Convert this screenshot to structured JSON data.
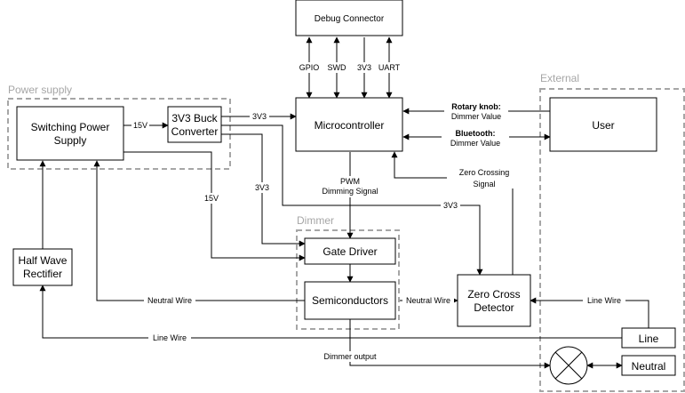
{
  "groups": {
    "power_supply": "Power supply",
    "dimmer": "Dimmer",
    "external": "External"
  },
  "blocks": {
    "debug_connector": "Debug Connector",
    "microcontroller": "Microcontroller",
    "switching_power_supply": [
      "Switching Power",
      "Supply"
    ],
    "buck_converter": [
      "3V3 Buck",
      "Converter"
    ],
    "user": "User",
    "gate_driver": "Gate Driver",
    "semiconductors": "Semiconductors",
    "half_wave_rectifier": [
      "Half Wave",
      "Rectifier"
    ],
    "zero_cross_detector": [
      "Zero Cross",
      "Detector"
    ],
    "line": "Line",
    "neutral": "Neutral"
  },
  "connections": {
    "gpio": "GPIO",
    "swd": "SWD",
    "v3v3_debug": "3V3",
    "uart": "UART",
    "v15_buck": "15V",
    "v3v3_mcu": "3V3",
    "v3v3_gate": "3V3",
    "v15_gate": "15V",
    "v3v3_zero": "3V3",
    "rotary_bold": "Rotary knob:",
    "rotary_sub": "Dimmer Value",
    "bluetooth_bold": "Bluetooth:",
    "bluetooth_sub": "Dimmer Value",
    "pwm": [
      "PWM",
      "Dimming Signal"
    ],
    "zero_crossing": [
      "Zero Crossing",
      "Signal"
    ],
    "neutral_wire_left": "Neutral Wire",
    "neutral_wire_right": "Neutral Wire",
    "line_wire_bottom": "Line Wire",
    "line_wire_right": "Line Wire",
    "dimmer_output": "Dimmer output"
  }
}
